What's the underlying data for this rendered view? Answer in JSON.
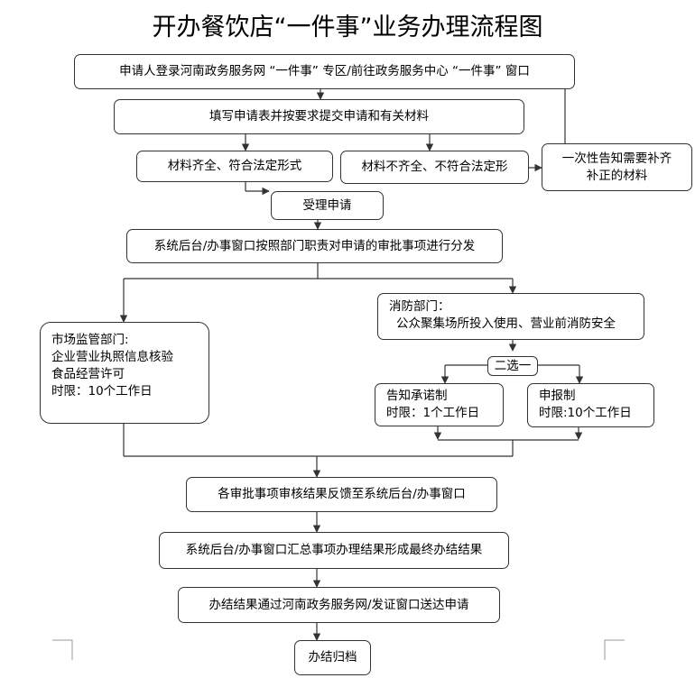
{
  "title": "开办餐饮店“一件事”业务办理流程图",
  "steps": {
    "login": "申请人登录河南政务服务网 “一件事” 专区/前往政务服务中心 “一件事” 窗口",
    "fill": "填写申请表并按要求提交申请和有关材料",
    "complete": "材料齐全、符合法定形式",
    "incomplete": "材料不齐全、不符合法定形",
    "notify_line1": "一次性告知需要补齐",
    "notify_line2": "补正的材料",
    "accept": "受理申请",
    "distribute": "系统后台/办事窗口按照部门职责对申请的审批事项进行分发",
    "market_line1": "市场监管部门:",
    "market_line2": "企业营业执照信息核验",
    "market_line3": "食品经营许可",
    "market_line4": "时限：10个工作日",
    "fire_line1": "消防部门：",
    "fire_line2": "公众聚集场所投入使用、营业前消防安全",
    "choose": "二选一",
    "promise_line1": "告知承诺制",
    "promise_line2": "时限：1个工作日",
    "report_line1": "申报制",
    "report_line2": "时限:10个工作日",
    "feedback": "各审批事项审核结果反馈至系统后台/办事窗口",
    "summary": "系统后台/办事窗口汇总事项办理结果形成最终办结结果",
    "deliver": "办结结果通过河南政务服务网/发证窗口送达申请",
    "archive": "办结归档"
  }
}
